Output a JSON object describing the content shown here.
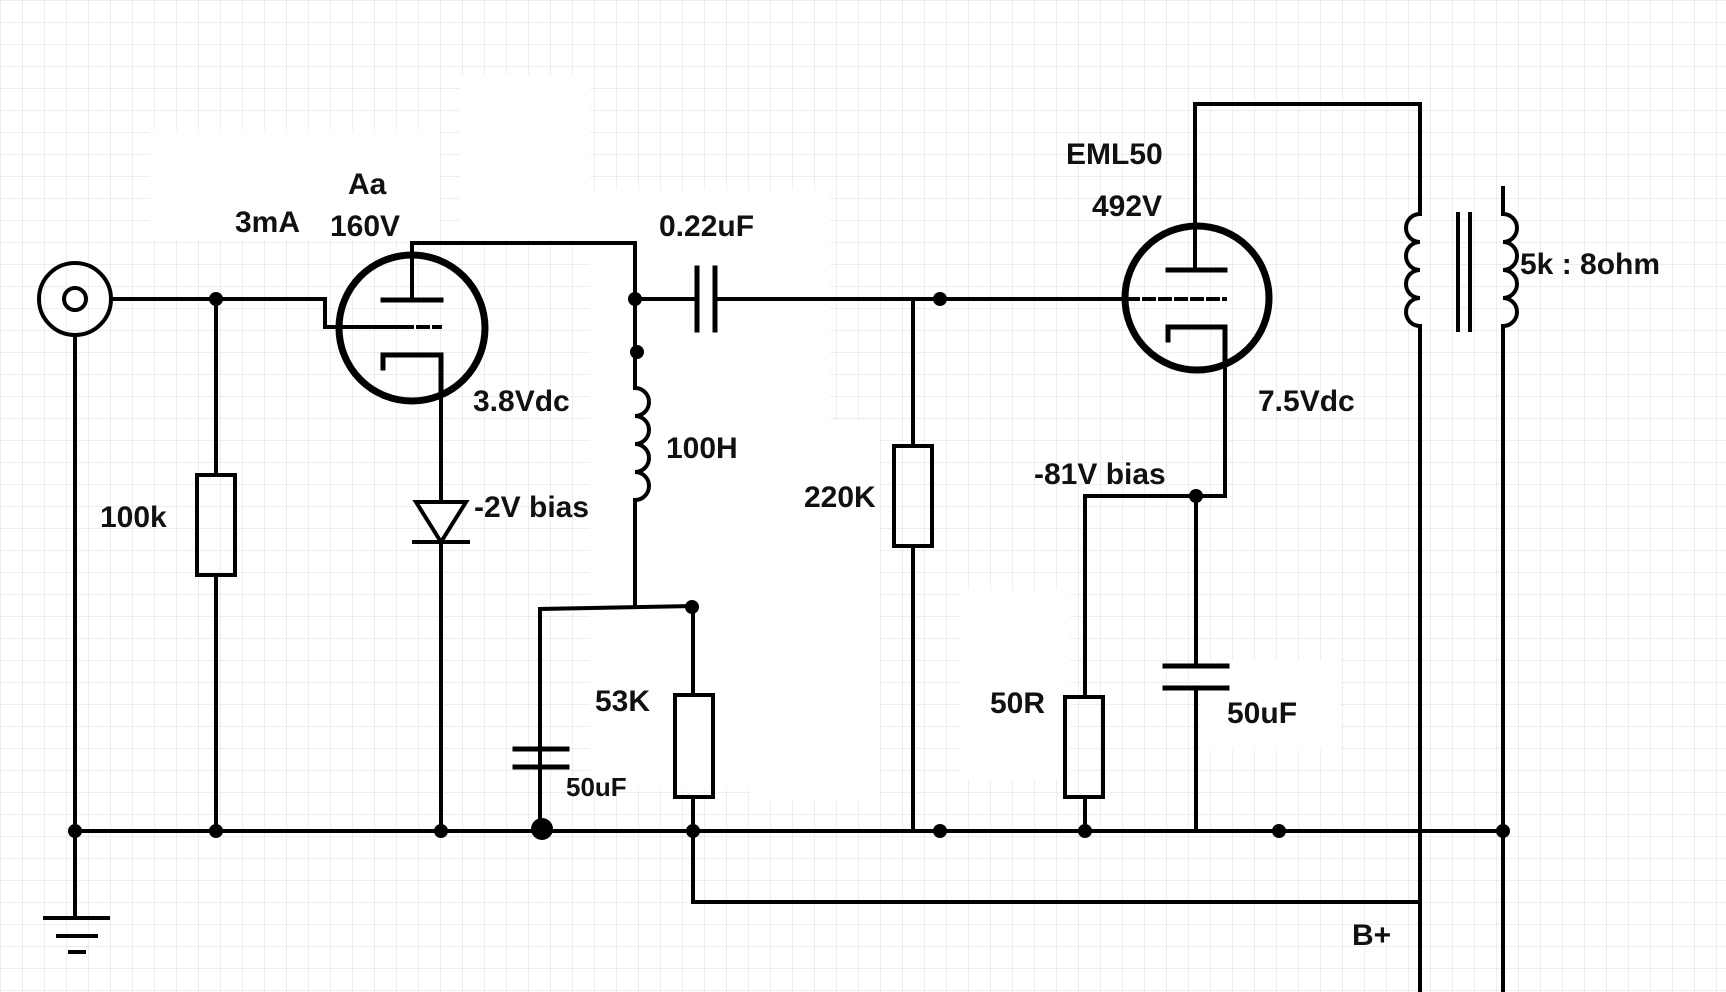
{
  "labels": {
    "input_current": "3mA",
    "tube1_name": "Aa",
    "tube1_plate_voltage": "160V",
    "coupling_cap": "0.22uF",
    "tube2_name": "EML50",
    "tube2_plate_voltage": "492V",
    "transformer_ratio": "5k : 8ohm",
    "tube1_cathode_voltage": "3.8Vdc",
    "choke": "100H",
    "grid_resistor_in": "100k",
    "diode_bias": "-2V bias",
    "grid_resistor_out": "220K",
    "tube2_bias": "-81V bias",
    "tube2_cathode_voltage": "7.5Vdc",
    "supply_resistor": "53K",
    "cathode_resistor": "50R",
    "supply_cap": "50uF",
    "cathode_cap": "50uF",
    "supply": "B+"
  },
  "colors": {
    "wire": "#000000",
    "grid": "#d4d4d4",
    "background": "#ffffff"
  }
}
